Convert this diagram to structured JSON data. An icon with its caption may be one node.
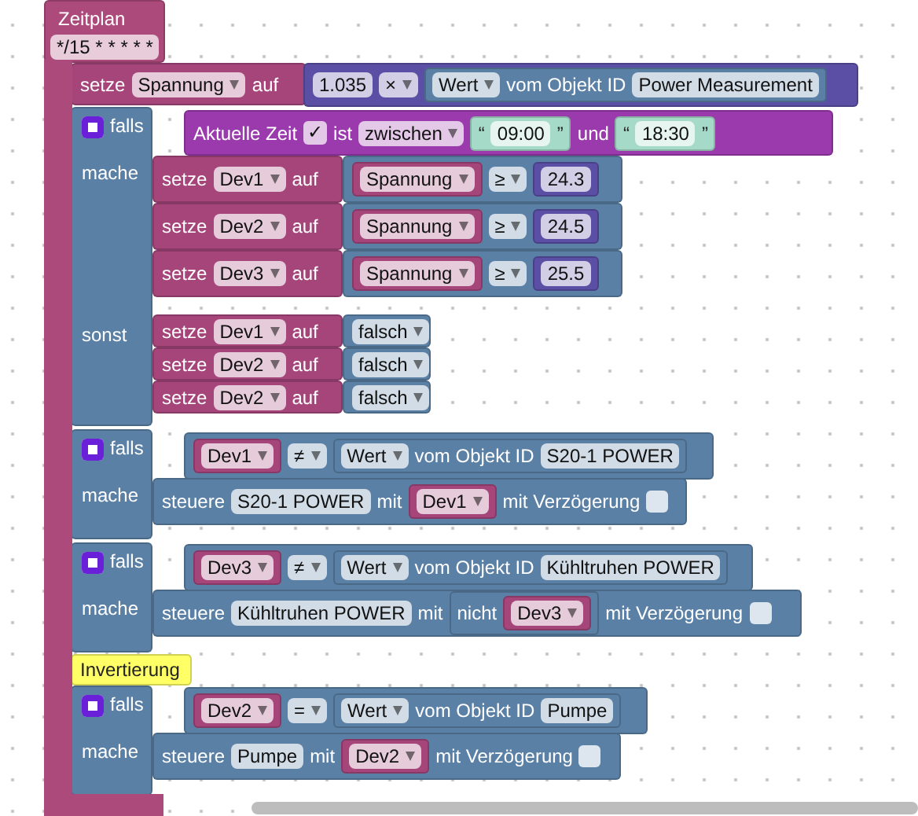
{
  "diagram": {
    "nodes": [
      {
        "text": [
          "Zeitplan",
          "*/15 * * * * *"
        ]
      },
      {
        "text": [
          "setze",
          "Spannung",
          "auf"
        ]
      },
      {
        "text": [
          "1.035",
          "×"
        ]
      },
      {
        "text": [
          "Wert",
          "vom Objekt ID",
          "Power Measurement"
        ],
        "in": 2
      },
      {
        "text": [
          "falls",
          "mache",
          "sonst"
        ]
      },
      {
        "text": [
          "Aktuelle Zeit",
          "✓",
          "ist",
          "zwischen",
          "und"
        ]
      },
      {
        "text": [
          "“",
          "09:00",
          "”"
        ],
        "in": 5
      },
      {
        "text": [
          "“",
          "18:30",
          "”"
        ],
        "in": 5
      },
      {
        "text": [
          "setze",
          "Dev1",
          "auf"
        ]
      },
      {
        "text": [
          "≥"
        ]
      },
      {
        "text": [
          "Spannung"
        ],
        "in": 9
      },
      {
        "text": [
          "24.3"
        ],
        "in": 9
      },
      {
        "text": [
          "setze",
          "Dev2",
          "auf"
        ]
      },
      {
        "text": [
          "≥"
        ]
      },
      {
        "text": [
          "Spannung"
        ],
        "in": 13
      },
      {
        "text": [
          "24.5"
        ],
        "in": 13
      },
      {
        "text": [
          "setze",
          "Dev3",
          "auf"
        ]
      },
      {
        "text": [
          "≥"
        ]
      },
      {
        "text": [
          "Spannung"
        ],
        "in": 17
      },
      {
        "text": [
          "25.5"
        ],
        "in": 17
      },
      {
        "text": [
          "setze",
          "Dev1",
          "auf"
        ]
      },
      {
        "text": [
          "falsch"
        ]
      },
      {
        "text": [
          "setze",
          "Dev2",
          "auf"
        ]
      },
      {
        "text": [
          "falsch"
        ]
      },
      {
        "text": [
          "setze",
          "Dev2",
          "auf"
        ]
      },
      {
        "text": [
          "falsch"
        ]
      },
      {
        "text": [
          "falls",
          "mache"
        ]
      },
      {
        "text": [
          "≠"
        ]
      },
      {
        "text": [
          "Dev1"
        ],
        "in": 27
      },
      {
        "text": [
          "Wert",
          "vom Objekt ID",
          "S20-1 POWER"
        ],
        "in": 27
      },
      {
        "text": [
          "steuere",
          "S20-1 POWER",
          "mit",
          "mit Verzögerung"
        ]
      },
      {
        "text": [
          "Dev1"
        ],
        "in": 30
      },
      {
        "text": [
          "falls",
          "mache"
        ]
      },
      {
        "text": [
          "≠"
        ]
      },
      {
        "text": [
          "Dev3"
        ],
        "in": 33
      },
      {
        "text": [
          "Wert",
          "vom Objekt ID",
          "Kühltruhen POWER"
        ],
        "in": 33
      },
      {
        "text": [
          "steuere",
          "Kühltruhen POWER",
          "mit",
          "mit Verzögerung"
        ]
      },
      {
        "text": [
          "nicht"
        ],
        "in": 36
      },
      {
        "text": [
          "Dev3"
        ],
        "in": 37
      },
      {
        "text": [
          "Invertierung"
        ]
      },
      {
        "text": [
          "falls",
          "mache"
        ]
      },
      {
        "text": [
          "="
        ]
      },
      {
        "text": [
          "Dev2"
        ],
        "in": 41
      },
      {
        "text": [
          "Wert",
          "vom Objekt ID",
          "Pumpe"
        ],
        "in": 41
      },
      {
        "text": [
          "steuere",
          "Pumpe",
          "mit",
          "mit Verzögerung"
        ]
      },
      {
        "text": [
          "Dev2"
        ],
        "in": 44
      },
      {
        "text": [],
        "shape": "bar"
      },
      {
        "text": [],
        "shape": "bar"
      }
    ]
  }
}
